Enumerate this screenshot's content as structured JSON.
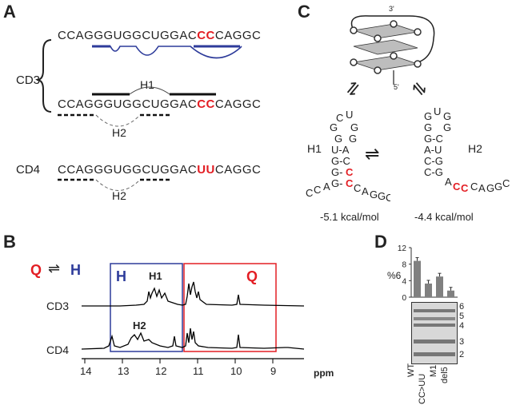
{
  "panels": {
    "a": "A",
    "b": "B",
    "c": "C",
    "d": "D"
  },
  "panel_a": {
    "cd3_label": "CD3",
    "cd4_label": "CD4",
    "seq1": {
      "pre": "CCAGGGUGGCUGGAC",
      "mid": "CC",
      "post": "CAGGC"
    },
    "seq2": {
      "pre": "CCAGGGUGGCUGGAC",
      "mid": "CC",
      "post": "CAGGC"
    },
    "seq3": {
      "pre": "CCAGGGUGGCUGGAC",
      "mid": "UU",
      "post": "CAGGC"
    },
    "h1": "H1",
    "h2a": "H2",
    "h2b": "H2"
  },
  "panel_b": {
    "q": "Q",
    "h": "H",
    "box_h": "H",
    "box_q": "Q",
    "h1": "H1",
    "h2": "H2",
    "cd3": "CD3",
    "cd4": "CD4",
    "ticks": [
      "14",
      "13",
      "12",
      "11",
      "10",
      "9"
    ],
    "unit": "ppm"
  },
  "panel_c": {
    "p3": "3'",
    "p5": "5'",
    "h1": "H1",
    "h2": "H2",
    "e1": "-5.1 kcal/mol",
    "e2": "-4.4 kcal/mol"
  },
  "chart_data": {
    "type": "bar",
    "categories": [
      "WT",
      "CC>UU",
      "M1",
      "del5"
    ],
    "values": [
      8.8,
      3.3,
      5.0,
      1.6
    ],
    "ylabel": "%6",
    "yticks": [
      "0",
      "4",
      "8",
      "12"
    ],
    "ylim": [
      0,
      12
    ],
    "band_labels": [
      "6",
      "5",
      "4",
      "3",
      "2"
    ],
    "bar_color": "#808080"
  }
}
